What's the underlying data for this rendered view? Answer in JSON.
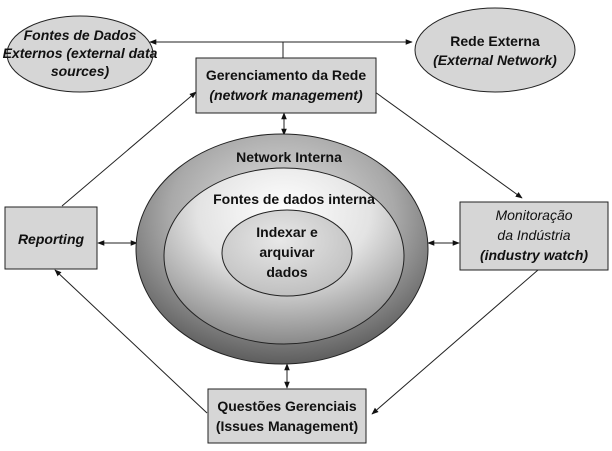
{
  "nodes": {
    "external_sources": {
      "line1": "Fontes de Dados",
      "line2": "Externos (external data",
      "line3": "sources)"
    },
    "external_network": {
      "line1": "Rede Externa",
      "line2": "(External Network)"
    },
    "network_management": {
      "line1": "Gerenciamento da Rede",
      "line2": "(network management)"
    },
    "reporting": {
      "label": "Reporting"
    },
    "industry_watch": {
      "line1": "Monitoração",
      "line2": "da Indústria",
      "line3": "(industry watch)"
    },
    "issues_management": {
      "line1": "Questões Gerenciais",
      "line2": "(Issues Management)"
    },
    "internal_network": {
      "label": "Network  Interna"
    },
    "internal_sources": {
      "label": "Fontes de dados interna"
    },
    "index_archive": {
      "line1": "Indexar e",
      "line2": "arquivar",
      "line3": "dados"
    }
  },
  "colors": {
    "box_fill": "#d6d6d6",
    "stroke": "#222222",
    "outer_ring_dark": "#5a5a5a",
    "outer_ring_light": "#d9d9d9",
    "inner_dark": "#8a8a8a",
    "core_fill": "#cfcfcf"
  }
}
